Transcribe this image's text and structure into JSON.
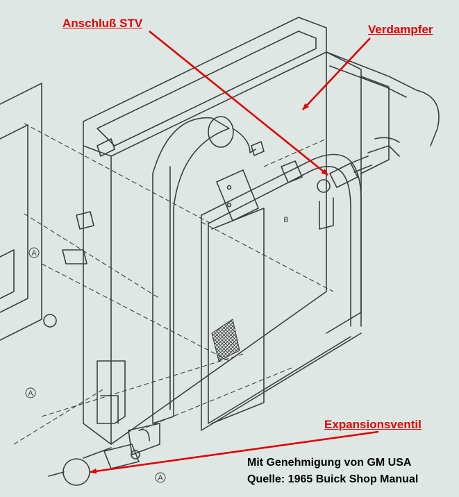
{
  "labels": {
    "stv": "Anschluß STV",
    "evaporator": "Verdampfer",
    "expansion_valve": "Expansionsventil"
  },
  "credits": {
    "permission": "Mit Genehmigung von GM USA",
    "source": "Quelle: 1965 Buick Shop Manual"
  },
  "diagram": {
    "part_marks": [
      "A",
      "A",
      "A",
      "B"
    ]
  },
  "colors": {
    "background": "#dfe7e4",
    "line": "#3a3f3e",
    "annotation": "#e00000",
    "credit_text": "#000000"
  }
}
